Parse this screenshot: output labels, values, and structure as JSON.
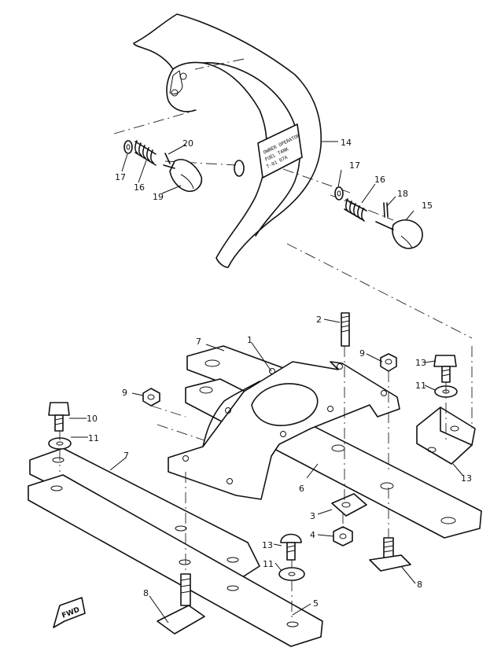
{
  "callouts": {
    "c1": "1",
    "c2": "2",
    "c3": "3",
    "c4": "4",
    "c5": "5",
    "c6a": "6",
    "c7a": "7",
    "c7b": "7",
    "c8a": "8",
    "c8b": "8",
    "c9a": "9",
    "c9b": "9",
    "c10": "10",
    "c11a": "11",
    "c11b": "11",
    "c11c": "11",
    "c13a": "13",
    "c13b": "13",
    "c13c": "13",
    "c14": "14",
    "c15": "15",
    "c16a": "16",
    "c16b": "16",
    "c17a": "17",
    "c17b": "17",
    "c18": "18",
    "c19": "19",
    "c20": "20"
  },
  "fwd_label": "FWD"
}
